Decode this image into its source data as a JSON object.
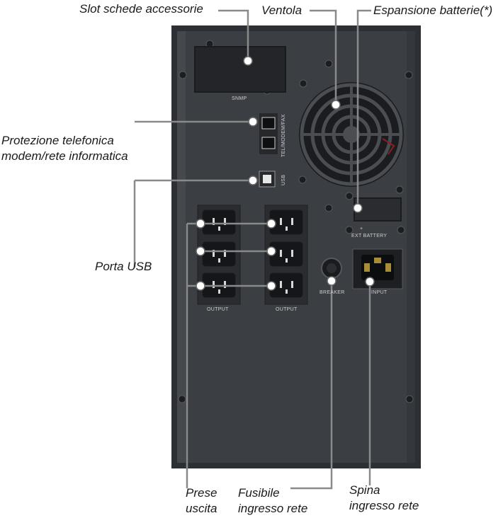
{
  "callouts": {
    "slot": "Slot schede accessorie",
    "fan": "Ventola",
    "battery_expansion": "Espansione batterie(*)",
    "phone_protection": [
      "Protezione telefonica",
      "modem/rete informatica"
    ],
    "usb_port": "Porta USB",
    "outlets": [
      "Prese",
      "uscita"
    ],
    "fuse": [
      "Fusibile",
      "ingresso rete"
    ],
    "plug": [
      "Spina",
      "ingresso rete"
    ]
  },
  "panel_text": {
    "snmp": "SNMP",
    "tel": "TEL/MODEM/FAX",
    "usb": "USB",
    "ext_plus": "+",
    "ext_battery": "EXT BATTERY",
    "output_left": "OUTPUT",
    "output_right": "OUTPUT",
    "breaker": "BREAKER",
    "input": "INPUT"
  },
  "colors": {
    "panel": "#3a3d42",
    "panel_edge": "#2a2c30",
    "leader_line": "#8a8a8a",
    "marker": "#ffffff"
  }
}
